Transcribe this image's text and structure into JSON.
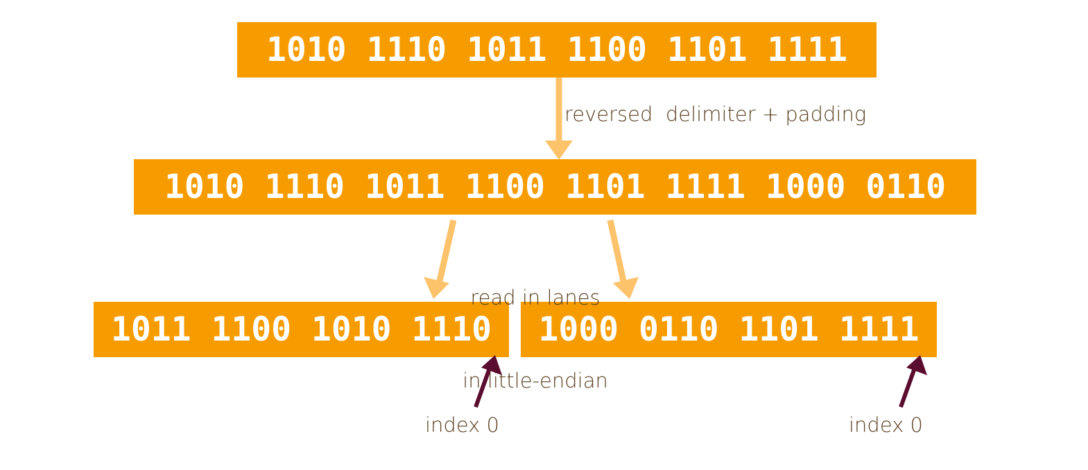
{
  "boxes": {
    "top": "1010 1110 1011 1100 1101 1111",
    "middle": "1010 1110 1011 1100 1101 1111 1000 0110",
    "lane_left": "1011 1100 1010 1110",
    "lane_right": "1000 0110 1101 1111"
  },
  "labels": {
    "reversed": "reversed  delimiter + padding",
    "lanes_line1": "read in lanes",
    "lanes_line2": "in little-endian",
    "index_left": "index 0",
    "index_right": "index 0"
  },
  "colors": {
    "box_fill": "#f79c00",
    "box_text": "#ffffff",
    "flow_arrow": "#fdc36b",
    "index_arrow": "#5a0d2e",
    "label_text": "#5b4222"
  }
}
